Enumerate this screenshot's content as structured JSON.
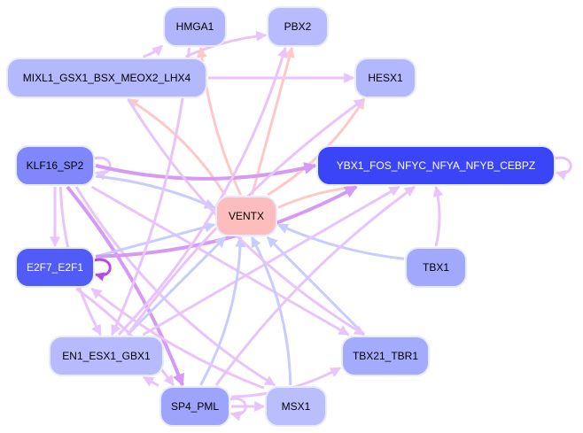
{
  "diagram": {
    "type": "regulatory-network",
    "colors": {
      "edge_activation_purple": "#e8c4fb",
      "edge_strong_purple": "#d49af5",
      "edge_self_loop_dark": "#b848ea",
      "edge_from_ventx": "#ffc8c8",
      "edge_to_ventx_blue": "#c8ccff",
      "node_stroke": "#e8eaff"
    },
    "nodes": [
      {
        "id": "HMGA1",
        "label": "HMGA1",
        "fill": "#b1b5fc",
        "text_color": "#000000"
      },
      {
        "id": "PBX2",
        "label": "PBX2",
        "fill": "#b8bbfd",
        "text_color": "#000000"
      },
      {
        "id": "MIXL1",
        "label": "MIXL1_GSX1_BSX_MEOX2_LHX4",
        "fill": "#b4b8fc",
        "text_color": "#000000"
      },
      {
        "id": "HESX1",
        "label": "HESX1",
        "fill": "#b3b7fd",
        "text_color": "#000000"
      },
      {
        "id": "KLF16",
        "label": "KLF16_SP2",
        "fill": "#7f87fb",
        "text_color": "#000000"
      },
      {
        "id": "YBX1",
        "label": "YBX1_FOS_NFYC_NFYA_NFYB_CEBPZ",
        "fill": "#3a45f8",
        "text_color": "#ffffff"
      },
      {
        "id": "VENTX",
        "label": "VENTX",
        "fill": "#fdbdbd",
        "text_color": "#000000"
      },
      {
        "id": "E2F7",
        "label": "E2F7_E2F1",
        "fill": "#515bf7",
        "text_color": "#ffffff"
      },
      {
        "id": "TBX1",
        "label": "TBX1",
        "fill": "#a2a9fc",
        "text_color": "#000000"
      },
      {
        "id": "EN1",
        "label": "EN1_ESX1_GBX1",
        "fill": "#b7bbfd",
        "text_color": "#000000"
      },
      {
        "id": "TBX21",
        "label": "TBX21_TBR1",
        "fill": "#a5abfc",
        "text_color": "#000000"
      },
      {
        "id": "SP4",
        "label": "SP4_PML",
        "fill": "#9ea4fb",
        "text_color": "#000000"
      },
      {
        "id": "MSX1",
        "label": "MSX1",
        "fill": "#bbbefd",
        "text_color": "#000000"
      }
    ],
    "edges": [
      {
        "from": "MIXL1",
        "to": "HMGA1",
        "kind": "purple"
      },
      {
        "from": "MIXL1",
        "to": "PBX2",
        "kind": "purple"
      },
      {
        "from": "MIXL1",
        "to": "HESX1",
        "kind": "purple"
      },
      {
        "from": "VENTX",
        "to": "MIXL1",
        "kind": "pink"
      },
      {
        "from": "VENTX",
        "to": "HMGA1",
        "kind": "pink"
      },
      {
        "from": "VENTX",
        "to": "PBX2",
        "kind": "pink"
      },
      {
        "from": "VENTX",
        "to": "HESX1",
        "kind": "pink"
      },
      {
        "from": "VENTX",
        "to": "YBX1",
        "kind": "pink"
      },
      {
        "from": "KLF16",
        "to": "KLF16",
        "kind": "purple"
      },
      {
        "from": "KLF16",
        "to": "YBX1",
        "kind": "strong"
      },
      {
        "from": "KLF16",
        "to": "VENTX",
        "kind": "blue"
      },
      {
        "from": "KLF16",
        "to": "E2F7",
        "kind": "purple"
      },
      {
        "from": "KLF16",
        "to": "EN1",
        "kind": "purple"
      },
      {
        "from": "KLF16",
        "to": "SP4",
        "kind": "strong"
      },
      {
        "from": "KLF16",
        "to": "TBX21",
        "kind": "purple"
      },
      {
        "from": "KLF16",
        "to": "MSX1",
        "kind": "purple"
      },
      {
        "from": "E2F7",
        "to": "E2F7",
        "kind": "dark"
      },
      {
        "from": "E2F7",
        "to": "VENTX",
        "kind": "blue"
      },
      {
        "from": "E2F7",
        "to": "YBX1",
        "kind": "strong"
      },
      {
        "from": "E2F7",
        "to": "SP4",
        "kind": "purple"
      },
      {
        "from": "YBX1",
        "to": "YBX1",
        "kind": "purple"
      },
      {
        "from": "TBX1",
        "to": "YBX1",
        "kind": "purple"
      },
      {
        "from": "TBX1",
        "to": "VENTX",
        "kind": "blue"
      },
      {
        "from": "EN1",
        "to": "VENTX",
        "kind": "blue"
      },
      {
        "from": "EN1",
        "to": "PBX2",
        "kind": "purple"
      },
      {
        "from": "EN1",
        "to": "HESX1",
        "kind": "purple"
      },
      {
        "from": "EN1",
        "to": "YBX1",
        "kind": "purple"
      },
      {
        "from": "SP4",
        "to": "VENTX",
        "kind": "blue"
      },
      {
        "from": "SP4",
        "to": "SP4",
        "kind": "purple"
      },
      {
        "from": "SP4",
        "to": "MSX1",
        "kind": "purple"
      },
      {
        "from": "SP4",
        "to": "TBX21",
        "kind": "purple"
      },
      {
        "from": "SP4",
        "to": "YBX1",
        "kind": "purple"
      },
      {
        "from": "SP4",
        "to": "EN1",
        "kind": "purple"
      },
      {
        "from": "MSX1",
        "to": "VENTX",
        "kind": "blue"
      },
      {
        "from": "MSX1",
        "to": "E2F7",
        "kind": "purple"
      },
      {
        "from": "TBX21",
        "to": "VENTX",
        "kind": "blue"
      },
      {
        "from": "MIXL1",
        "to": "TBX21",
        "kind": "purple"
      },
      {
        "from": "HMGA1",
        "to": "EN1",
        "kind": "purple"
      }
    ]
  }
}
